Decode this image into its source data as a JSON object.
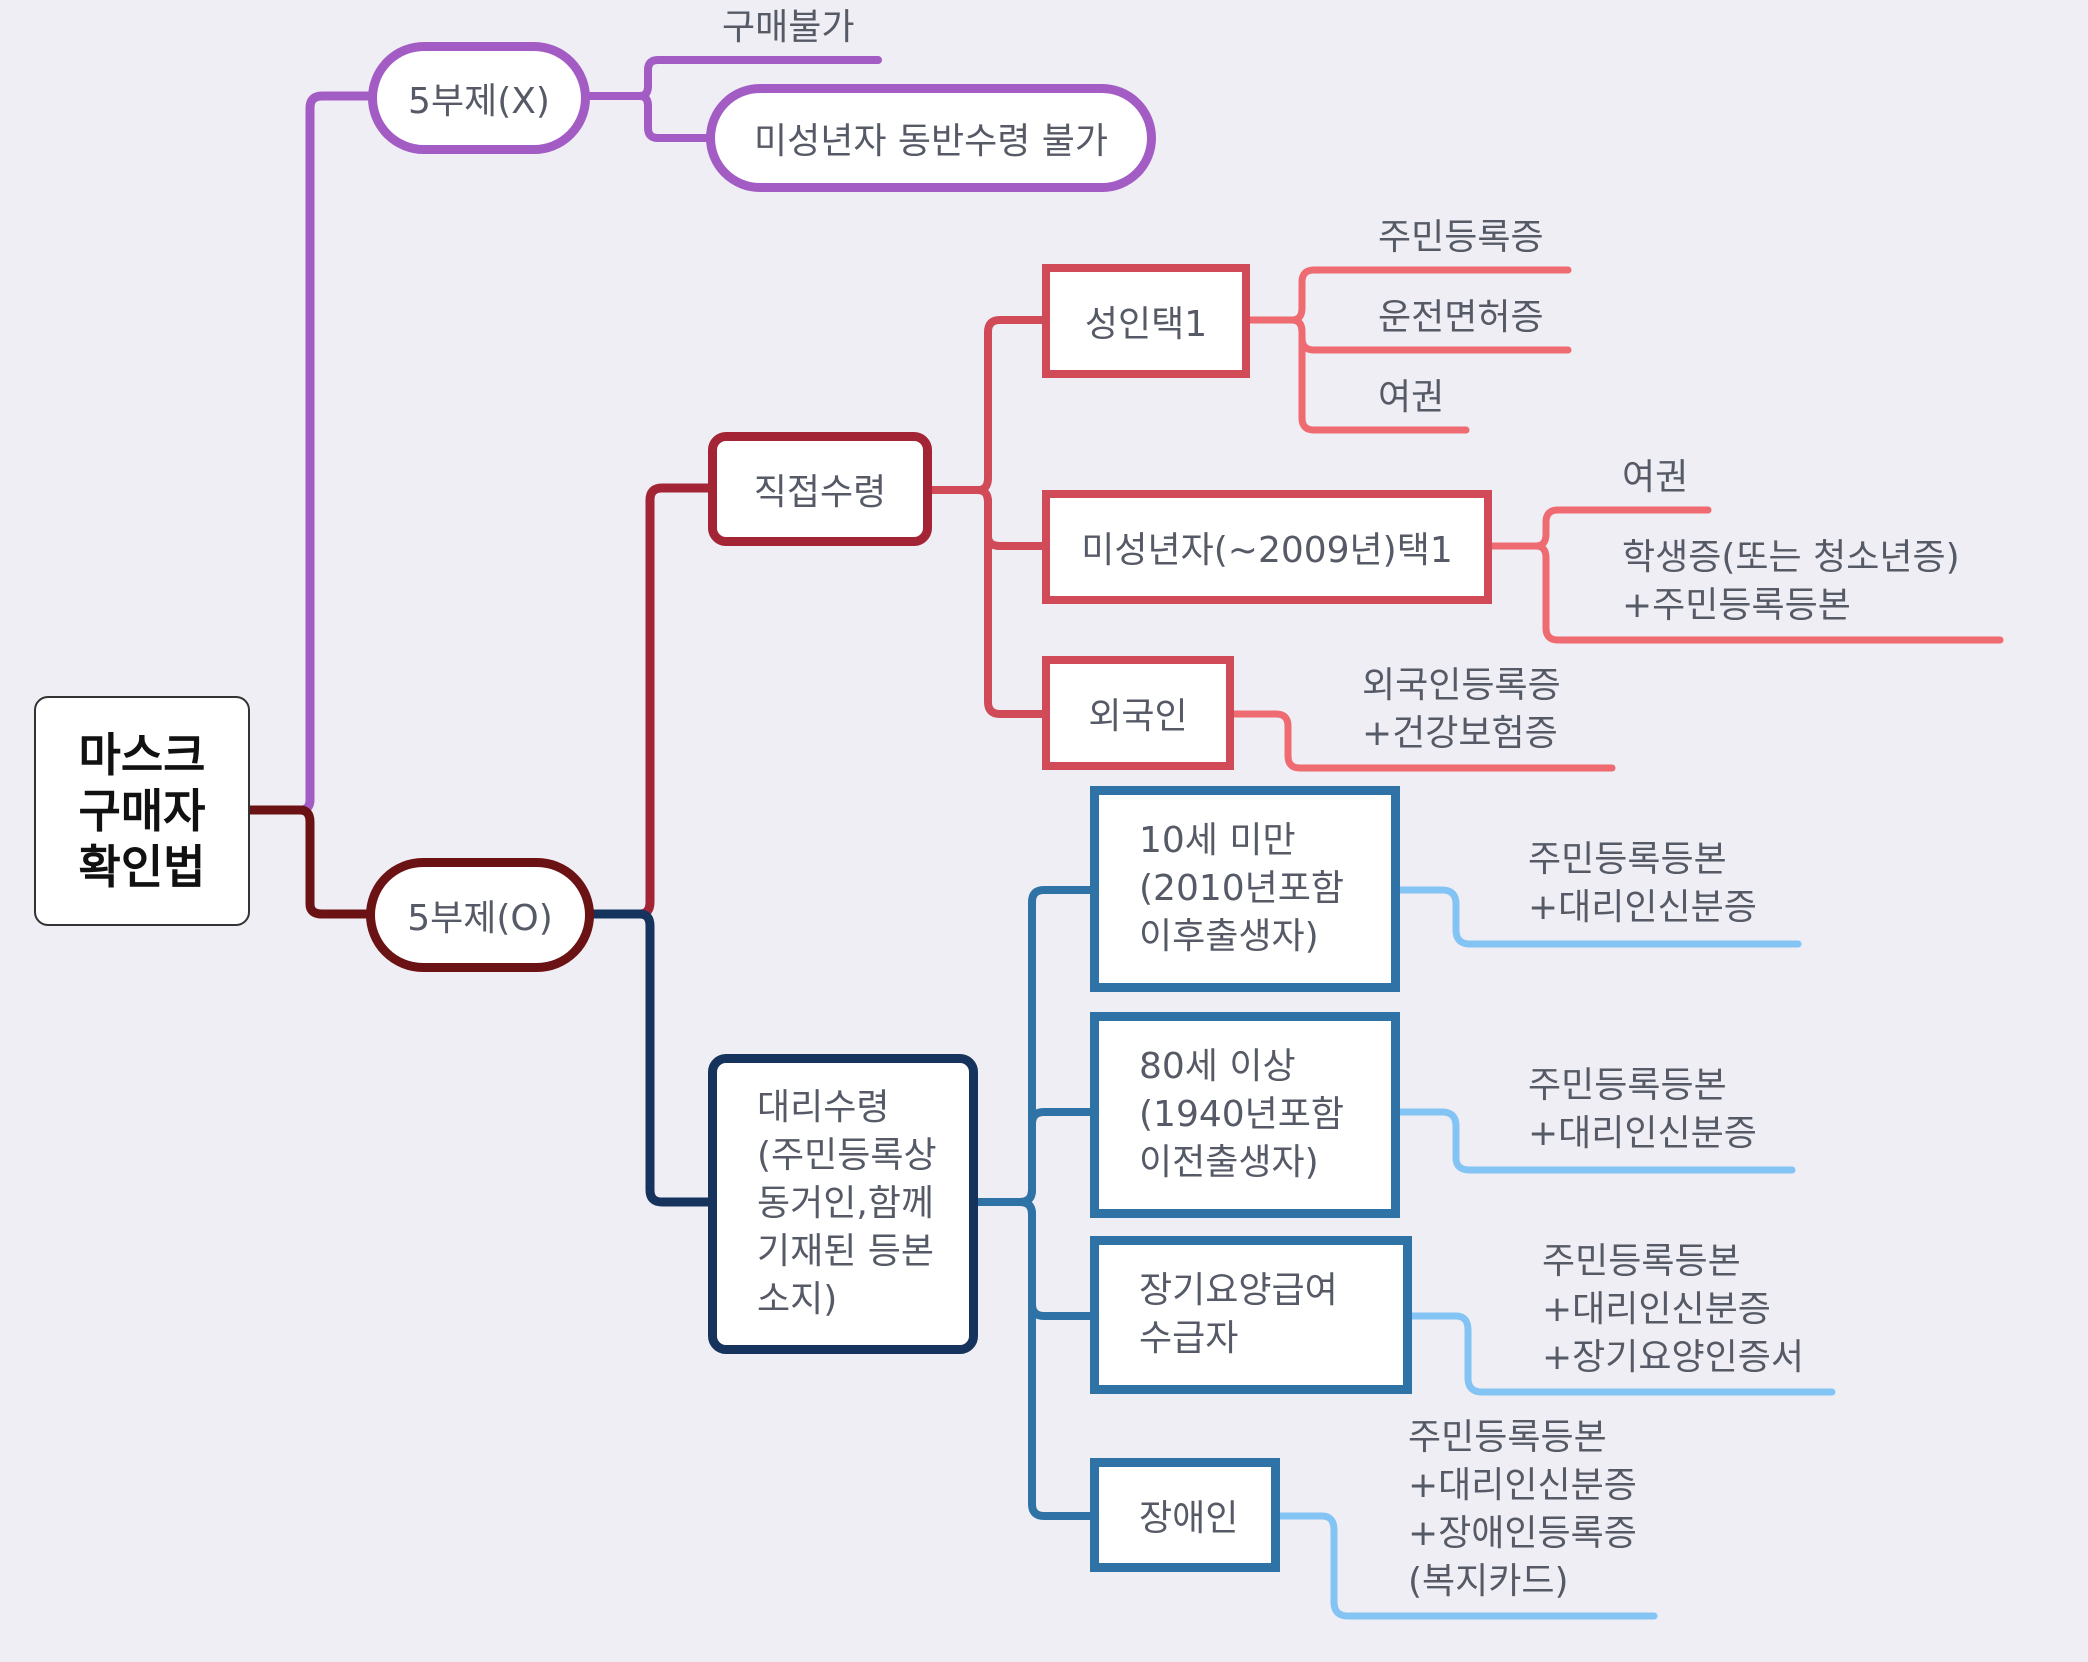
{
  "root": {
    "label": "마스크\n구매자\n확인법"
  },
  "branch_x": {
    "label": "5부제(X)",
    "children": [
      "구매불가",
      "미성년자 동반수령 불가"
    ],
    "color": "#a35cc4"
  },
  "branch_o": {
    "label": "5부제(O)",
    "color": "#6b1214"
  },
  "direct": {
    "label": "직접수령",
    "color": "#a32434",
    "sub_color": "#d14a58",
    "leaf_color": "#ee6b71",
    "adult": {
      "label": "성인택1",
      "docs": [
        "주민등록증",
        "운전면허증",
        "여권"
      ]
    },
    "minor": {
      "label": "미성년자(~2009년)택1",
      "docs": [
        "여권",
        "학생증(또는 청소년증)\n+주민등록등본"
      ]
    },
    "foreigner": {
      "label": "외국인",
      "docs": [
        "외국인등록증\n+건강보험증"
      ]
    }
  },
  "proxy": {
    "label": "대리수령\n(주민등록상\n동거인,함께\n기재된 등본\n소지)",
    "color": "#15335c",
    "sub_color": "#2f73a6",
    "leaf_color": "#84c4f5",
    "under10": {
      "label": "10세 미만\n(2010년포함\n이후출생자)",
      "docs": "주민등록등본\n+대리인신분증"
    },
    "over80": {
      "label": "80세 이상\n(1940년포함\n이전출생자)",
      "docs": "주민등록등본\n+대리인신분증"
    },
    "ltc": {
      "label": "장기요양급여\n수급자",
      "docs": "주민등록등본\n+대리인신분증\n+장기요양인증서"
    },
    "disabled": {
      "label": "장애인",
      "docs": "주민등록등본\n+대리인신분증\n+장애인등록증\n(복지카드)"
    }
  }
}
